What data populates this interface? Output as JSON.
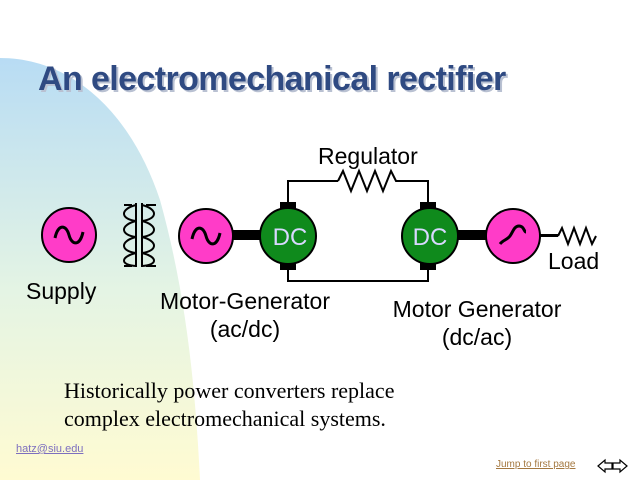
{
  "slide": {
    "title": "An electromechanical rectifier",
    "body_line1": "Historically power converters replace",
    "body_line2": "complex electromechanical systems.",
    "author_email": "hatz@siu.edu",
    "jump_link": "Jump to first page"
  },
  "diagram": {
    "regulator_label": "Regulator",
    "supply_label": "Supply",
    "load_label": "Load",
    "mg1_label_line1": "Motor-Generator",
    "mg1_label_line2": "(ac/dc)",
    "mg2_label_line1": "Motor Generator",
    "mg2_label_line2": "(dc/ac)",
    "dc_left": "DC",
    "dc_right": "DC",
    "ac_symbol": "~"
  },
  "colors": {
    "title": "#2f4a82",
    "ac_source_fill": "#ff3cc8",
    "dc_machine_fill": "#0f8a1c",
    "dc_label": "#d8d8ff",
    "background_sweep_blue": "#b8dcf4",
    "background_sweep_yellow": "#fffbd2"
  }
}
